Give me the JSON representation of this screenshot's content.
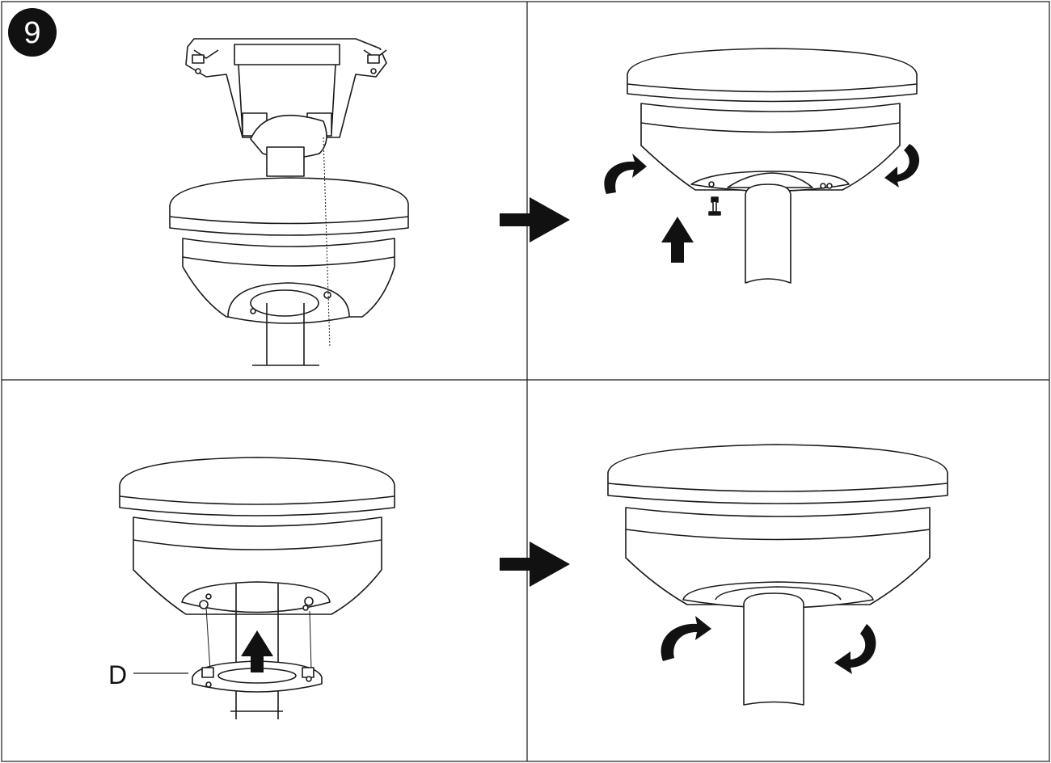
{
  "step": {
    "number": "9"
  },
  "panels": [
    {
      "id": "top-left",
      "content": "canopy-on-bracket"
    },
    {
      "id": "top-right",
      "content": "canopy-secure-screw"
    },
    {
      "id": "bottom-left",
      "content": "coupling-cover-install"
    },
    {
      "id": "bottom-right",
      "content": "coupling-cover-rotate"
    }
  ],
  "labels": {
    "part_d": "D"
  },
  "icons": [
    "step-badge-icon",
    "right-arrow-icon",
    "up-arrow-icon",
    "rotate-arrow-icon",
    "screw-icon"
  ],
  "colors": {
    "ink": "#1a1a1a",
    "fill": "#ffffff",
    "badge": "#111111",
    "badge_text": "#ffffff"
  }
}
